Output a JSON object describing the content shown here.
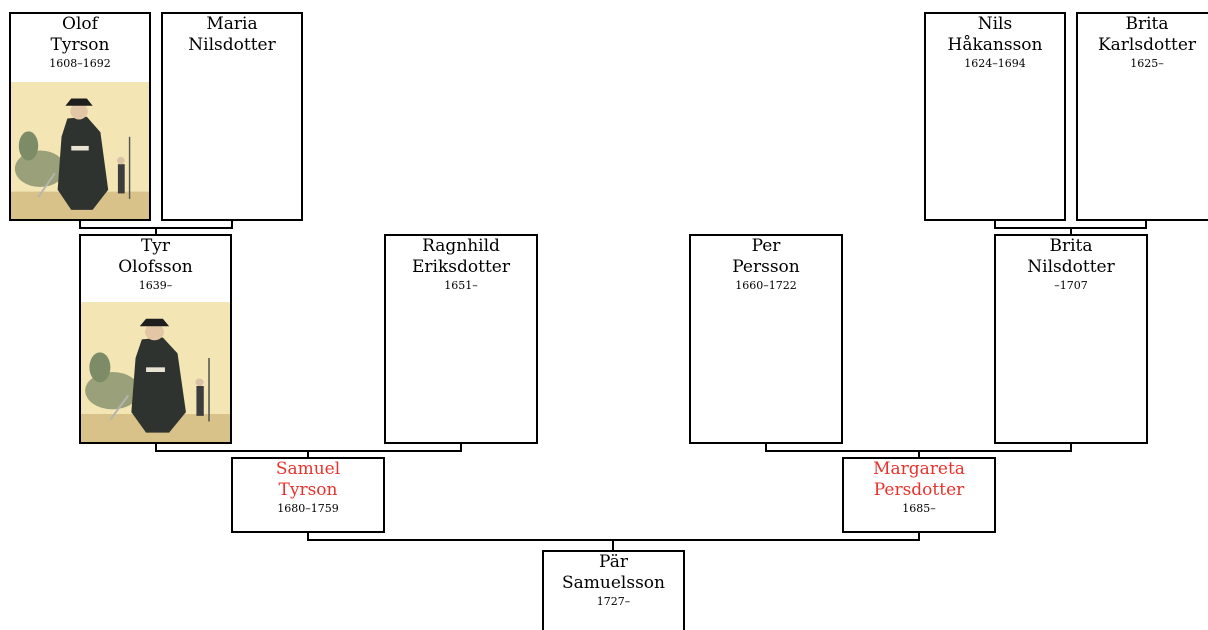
{
  "people": {
    "olof": {
      "name": [
        "Olof",
        "Tyrson"
      ],
      "dates": "1608–1692"
    },
    "maria": {
      "name": [
        "Maria",
        "Nilsdotter"
      ],
      "dates": ""
    },
    "nils": {
      "name": [
        "Nils",
        "Håkansson"
      ],
      "dates": "1624–1694"
    },
    "britaK": {
      "name": [
        "Brita",
        "Karlsdotter"
      ],
      "dates": "1625–"
    },
    "tyr": {
      "name": [
        "Tyr",
        "Olofsson"
      ],
      "dates": "1639–"
    },
    "ragnhild": {
      "name": [
        "Ragnhild",
        "Eriksdotter"
      ],
      "dates": "1651–"
    },
    "per": {
      "name": [
        "Per",
        "Persson"
      ],
      "dates": "1660–1722"
    },
    "britaN": {
      "name": [
        "Brita",
        "Nilsdotter"
      ],
      "dates": "–1707"
    },
    "samuel": {
      "name": [
        "Samuel",
        "Tyrson"
      ],
      "dates": "1680–1759",
      "highlight": true
    },
    "margareta": {
      "name": [
        "Margareta",
        "Persdotter"
      ],
      "dates": "1685–",
      "highlight": true
    },
    "par": {
      "name": [
        "Pär",
        "Samuelsson"
      ],
      "dates": "1727–"
    }
  },
  "colors": {
    "highlight": "#e8322c",
    "line": "#000000"
  },
  "portrait_icon": "soldier-portrait-icon"
}
